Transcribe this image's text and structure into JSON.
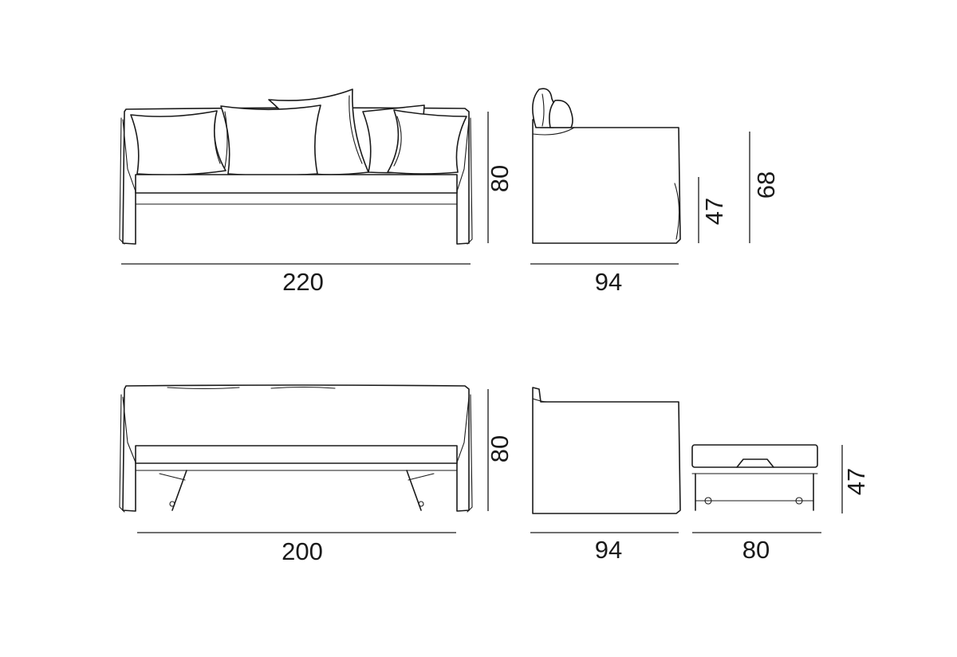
{
  "colors": {
    "background": "#ffffff",
    "line": "#1a1a1a"
  },
  "sofa_front": {
    "width": "220",
    "height": "80"
  },
  "sofa_side": {
    "depth": "94",
    "seat_height": "47",
    "arm_height": "68"
  },
  "bed_front": {
    "width": "200",
    "height": "80"
  },
  "bed_side": {
    "depth": "94"
  },
  "trundle_side": {
    "depth": "80",
    "height": "47"
  }
}
